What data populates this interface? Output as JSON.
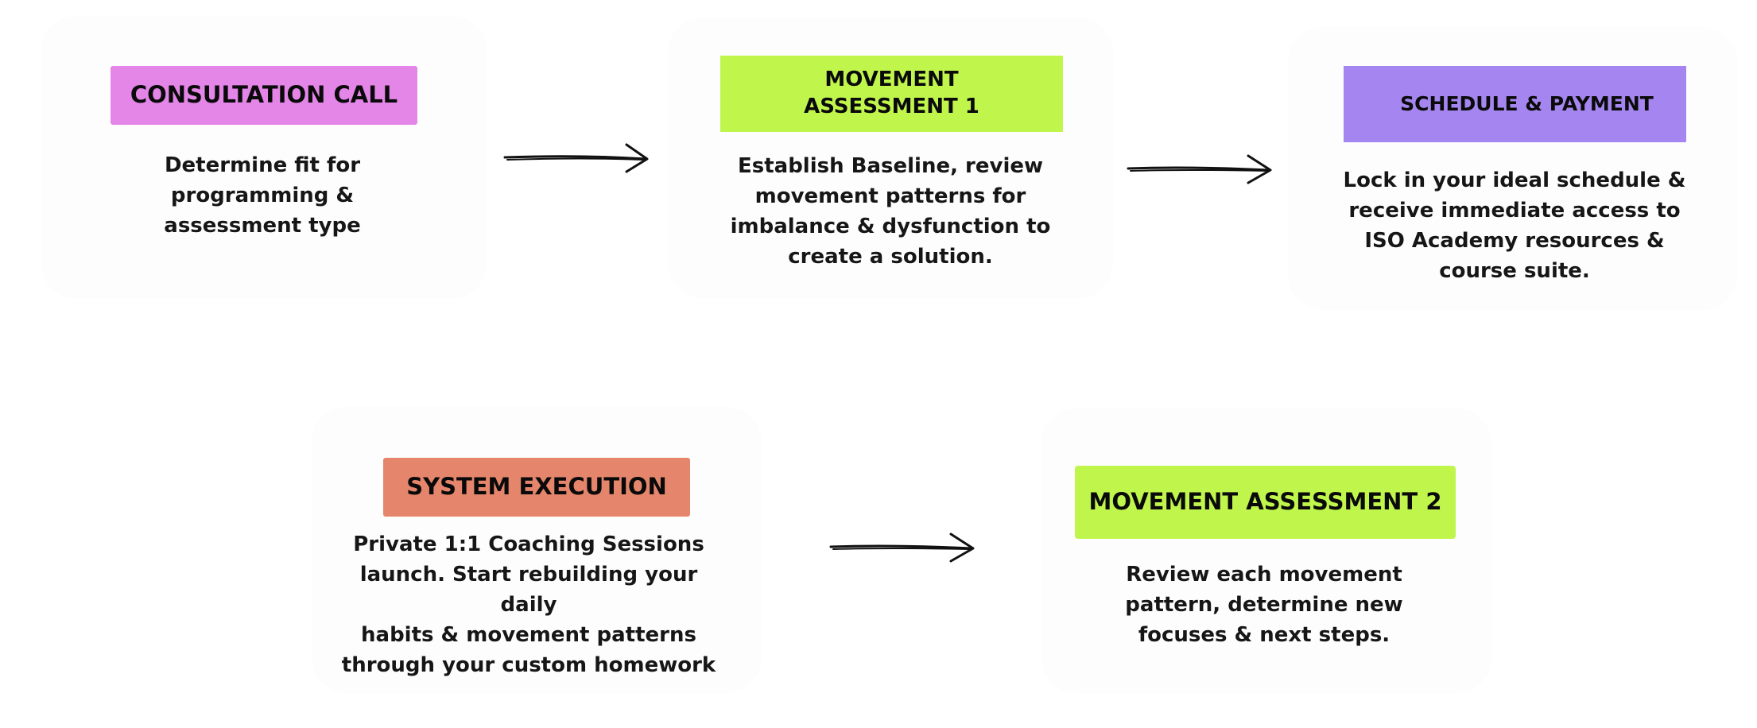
{
  "colors": {
    "pink": "#e485e8",
    "lime": "#c0f54c",
    "purple": "#a586f0",
    "salmon": "#e5856c",
    "text": "#161616",
    "card": "#fdfdfd"
  },
  "steps": [
    {
      "label": "CONSULTATION CALL",
      "color": "pink",
      "description": "Determine fit for\nprogramming &\nassessment type"
    },
    {
      "label": "MOVEMENT\nASSESSMENT 1",
      "color": "lime",
      "description": "Establish Baseline, review\nmovement patterns for\nimbalance & dysfunction to\ncreate a solution."
    },
    {
      "label": "SCHEDULE & PAYMENT",
      "color": "purple",
      "description": "Lock in your ideal schedule &\nreceive immediate access to\nISO Academy resources &\ncourse suite."
    },
    {
      "label": "SYSTEM EXECUTION",
      "color": "salmon",
      "description": "Private 1:1 Coaching Sessions\nlaunch. Start rebuilding your daily\nhabits & movement patterns\nthrough your custom homework"
    },
    {
      "label": "MOVEMENT ASSESSMENT 2",
      "color": "lime",
      "description": "Review each movement\npattern, determine new\nfocuses & next steps."
    }
  ]
}
